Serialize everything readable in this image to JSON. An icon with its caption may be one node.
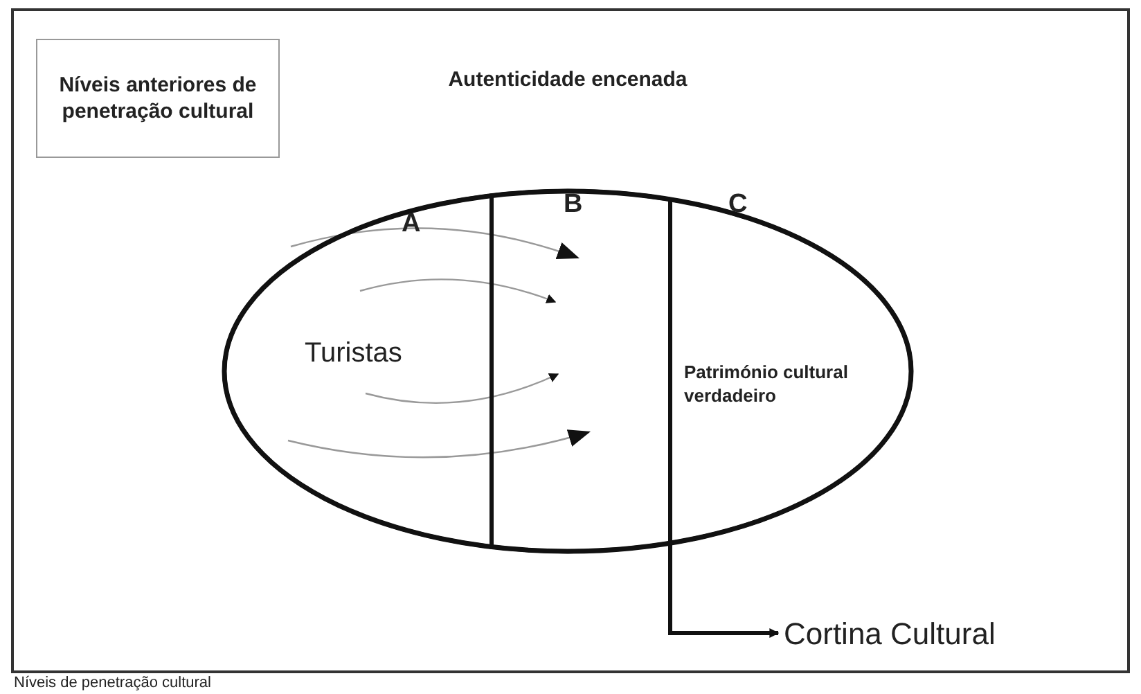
{
  "diagram": {
    "title": "Autenticidade encenada",
    "caption": "Níveis de penetração cultural",
    "nodes": [
      {
        "text": [
          "Níveis anteriores de penetração cultural"
        ]
      },
      {
        "text": [],
        "shape": "ellipse"
      },
      {
        "text": [
          "A",
          "Turistas"
        ],
        "in": 1
      },
      {
        "text": [
          "B"
        ],
        "in": 1
      },
      {
        "text": [
          "C",
          "Património cultural verdadeiro"
        ],
        "in": 1
      },
      {
        "text": [
          "Cortina Cultural"
        ]
      }
    ],
    "edges": [
      {
        "from": 2,
        "to": 3,
        "arrow": "to"
      },
      {
        "from": 2,
        "to": 3,
        "arrow": "to"
      },
      {
        "from": 2,
        "to": 3,
        "arrow": "to"
      },
      {
        "from": 2,
        "to": 3,
        "arrow": "to"
      },
      {
        "from": 1,
        "to": 5,
        "arrow": "to",
        "style": "thick",
        "color": "#111111"
      }
    ]
  }
}
